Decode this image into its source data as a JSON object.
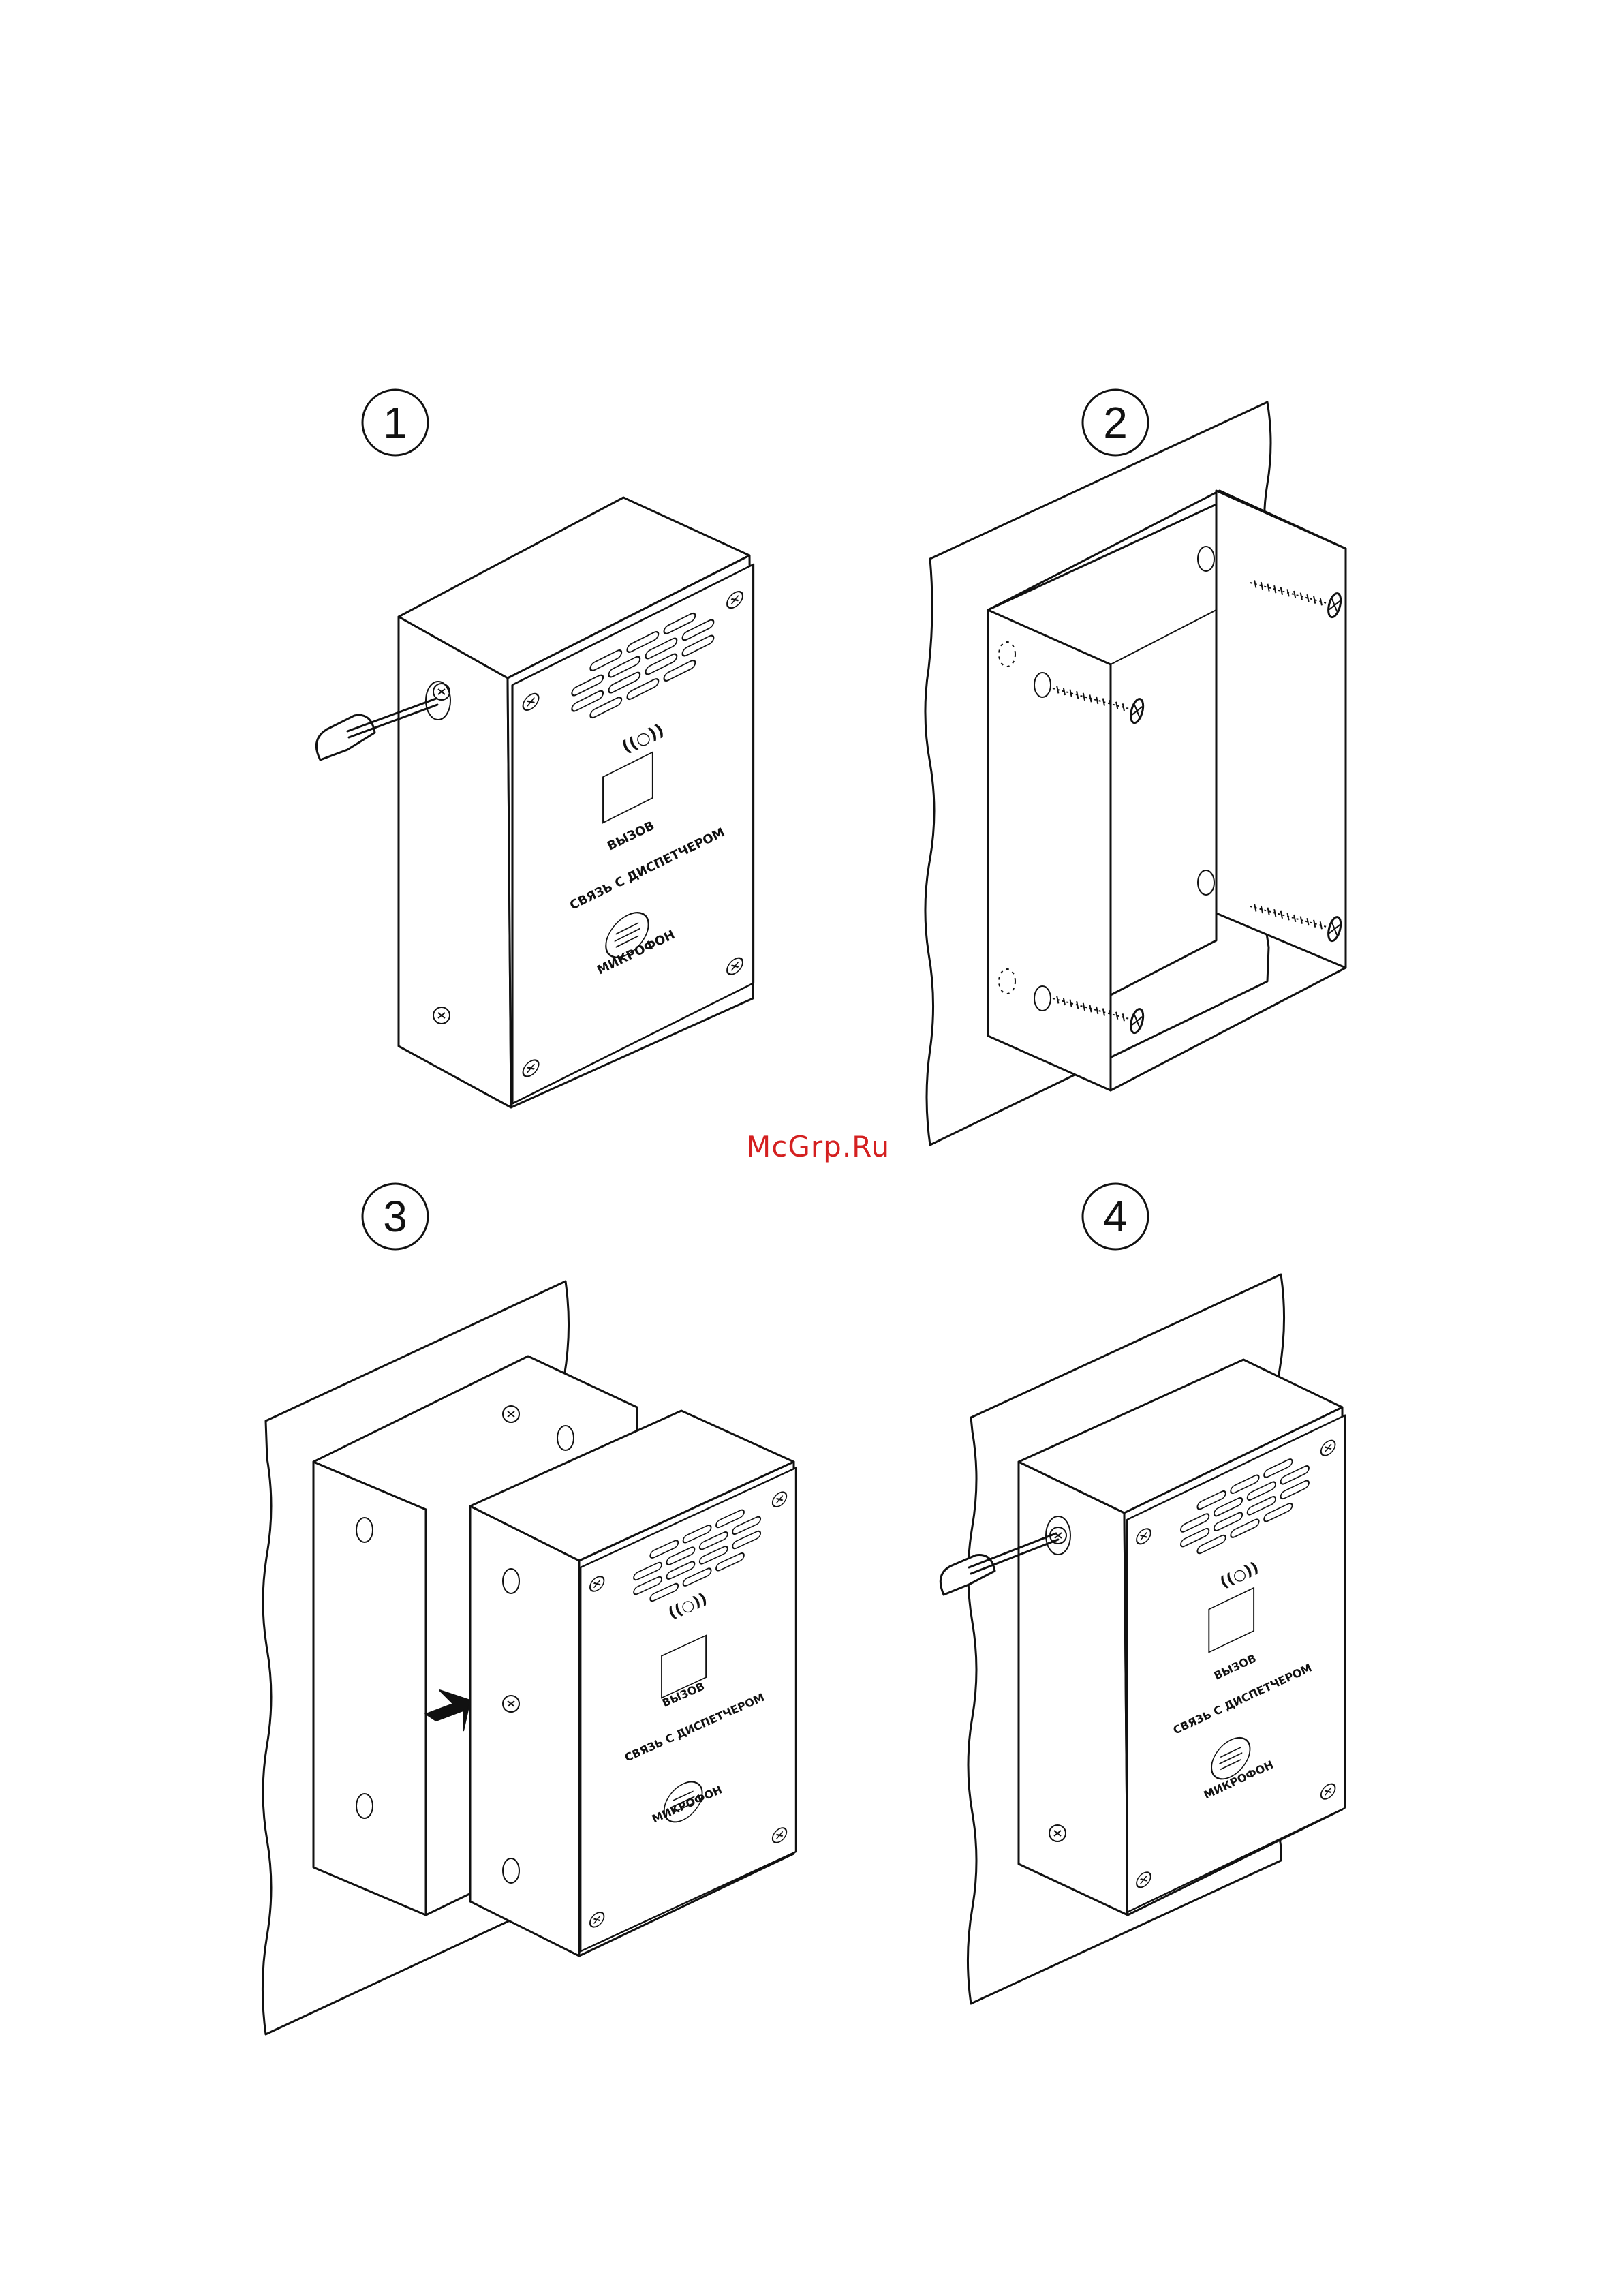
{
  "steps": [
    {
      "number": "1"
    },
    {
      "number": "2"
    },
    {
      "number": "3"
    },
    {
      "number": "4"
    }
  ],
  "panel": {
    "button_label": "ВЫЗОВ",
    "caption": "СВЯЗЬ С ДИСПЕТЧЕРОМ",
    "mic_label": "МИКРОФОН",
    "signal_symbol": "((○))"
  },
  "watermark": "McGrp.Ru",
  "colors": {
    "ink": "#111111",
    "watermark": "#d42020"
  }
}
